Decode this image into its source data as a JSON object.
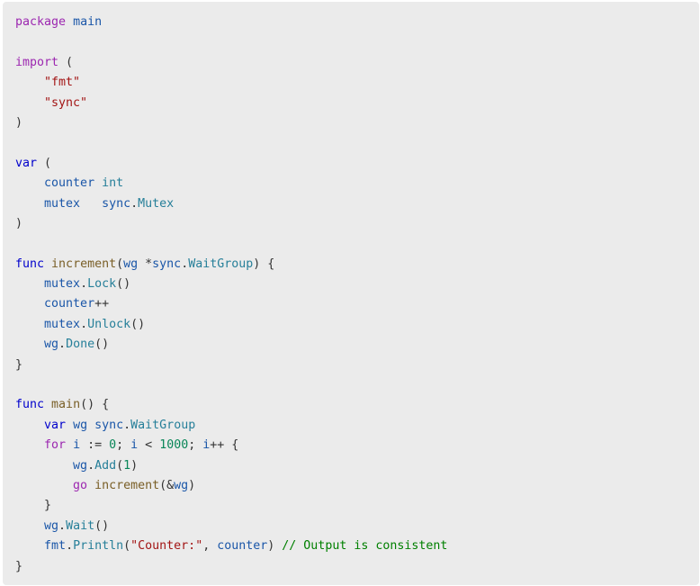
{
  "code": {
    "language": "go",
    "lines": [
      [
        {
          "t": "package",
          "c": "kw2"
        },
        {
          "t": " ",
          "c": "op"
        },
        {
          "t": "main",
          "c": "id"
        }
      ],
      [],
      [
        {
          "t": "import",
          "c": "kw2"
        },
        {
          "t": " (",
          "c": "op"
        }
      ],
      [
        {
          "t": "    ",
          "c": "op"
        },
        {
          "t": "\"fmt\"",
          "c": "str"
        }
      ],
      [
        {
          "t": "    ",
          "c": "op"
        },
        {
          "t": "\"sync\"",
          "c": "str"
        }
      ],
      [
        {
          "t": ")",
          "c": "op"
        }
      ],
      [],
      [
        {
          "t": "var",
          "c": "kw"
        },
        {
          "t": " (",
          "c": "op"
        }
      ],
      [
        {
          "t": "    ",
          "c": "op"
        },
        {
          "t": "counter",
          "c": "id"
        },
        {
          "t": " ",
          "c": "op"
        },
        {
          "t": "int",
          "c": "ty"
        }
      ],
      [
        {
          "t": "    ",
          "c": "op"
        },
        {
          "t": "mutex",
          "c": "id"
        },
        {
          "t": "   ",
          "c": "op"
        },
        {
          "t": "sync",
          "c": "id"
        },
        {
          "t": ".",
          "c": "op"
        },
        {
          "t": "Mutex",
          "c": "ty"
        }
      ],
      [
        {
          "t": ")",
          "c": "op"
        }
      ],
      [],
      [
        {
          "t": "func",
          "c": "kw"
        },
        {
          "t": " ",
          "c": "op"
        },
        {
          "t": "increment",
          "c": "fn"
        },
        {
          "t": "(",
          "c": "op"
        },
        {
          "t": "wg",
          "c": "id"
        },
        {
          "t": " *",
          "c": "op"
        },
        {
          "t": "sync",
          "c": "id"
        },
        {
          "t": ".",
          "c": "op"
        },
        {
          "t": "WaitGroup",
          "c": "ty"
        },
        {
          "t": ") {",
          "c": "op"
        }
      ],
      [
        {
          "t": "    ",
          "c": "op"
        },
        {
          "t": "mutex",
          "c": "id"
        },
        {
          "t": ".",
          "c": "op"
        },
        {
          "t": "Lock",
          "c": "ty"
        },
        {
          "t": "()",
          "c": "op"
        }
      ],
      [
        {
          "t": "    ",
          "c": "op"
        },
        {
          "t": "counter",
          "c": "id"
        },
        {
          "t": "++",
          "c": "op"
        }
      ],
      [
        {
          "t": "    ",
          "c": "op"
        },
        {
          "t": "mutex",
          "c": "id"
        },
        {
          "t": ".",
          "c": "op"
        },
        {
          "t": "Unlock",
          "c": "ty"
        },
        {
          "t": "()",
          "c": "op"
        }
      ],
      [
        {
          "t": "    ",
          "c": "op"
        },
        {
          "t": "wg",
          "c": "id"
        },
        {
          "t": ".",
          "c": "op"
        },
        {
          "t": "Done",
          "c": "ty"
        },
        {
          "t": "()",
          "c": "op"
        }
      ],
      [
        {
          "t": "}",
          "c": "op"
        }
      ],
      [],
      [
        {
          "t": "func",
          "c": "kw"
        },
        {
          "t": " ",
          "c": "op"
        },
        {
          "t": "main",
          "c": "fn"
        },
        {
          "t": "() {",
          "c": "op"
        }
      ],
      [
        {
          "t": "    ",
          "c": "op"
        },
        {
          "t": "var",
          "c": "kw"
        },
        {
          "t": " ",
          "c": "op"
        },
        {
          "t": "wg",
          "c": "id"
        },
        {
          "t": " ",
          "c": "op"
        },
        {
          "t": "sync",
          "c": "id"
        },
        {
          "t": ".",
          "c": "op"
        },
        {
          "t": "WaitGroup",
          "c": "ty"
        }
      ],
      [
        {
          "t": "    ",
          "c": "op"
        },
        {
          "t": "for",
          "c": "kw2"
        },
        {
          "t": " ",
          "c": "op"
        },
        {
          "t": "i",
          "c": "id"
        },
        {
          "t": " := ",
          "c": "op"
        },
        {
          "t": "0",
          "c": "num"
        },
        {
          "t": "; ",
          "c": "op"
        },
        {
          "t": "i",
          "c": "id"
        },
        {
          "t": " < ",
          "c": "op"
        },
        {
          "t": "1000",
          "c": "num"
        },
        {
          "t": "; ",
          "c": "op"
        },
        {
          "t": "i",
          "c": "id"
        },
        {
          "t": "++ {",
          "c": "op"
        }
      ],
      [
        {
          "t": "        ",
          "c": "op"
        },
        {
          "t": "wg",
          "c": "id"
        },
        {
          "t": ".",
          "c": "op"
        },
        {
          "t": "Add",
          "c": "ty"
        },
        {
          "t": "(",
          "c": "op"
        },
        {
          "t": "1",
          "c": "num"
        },
        {
          "t": ")",
          "c": "op"
        }
      ],
      [
        {
          "t": "        ",
          "c": "op"
        },
        {
          "t": "go",
          "c": "kw2"
        },
        {
          "t": " ",
          "c": "op"
        },
        {
          "t": "increment",
          "c": "fn"
        },
        {
          "t": "(&",
          "c": "op"
        },
        {
          "t": "wg",
          "c": "id"
        },
        {
          "t": ")",
          "c": "op"
        }
      ],
      [
        {
          "t": "    }",
          "c": "op"
        }
      ],
      [
        {
          "t": "    ",
          "c": "op"
        },
        {
          "t": "wg",
          "c": "id"
        },
        {
          "t": ".",
          "c": "op"
        },
        {
          "t": "Wait",
          "c": "ty"
        },
        {
          "t": "()",
          "c": "op"
        }
      ],
      [
        {
          "t": "    ",
          "c": "op"
        },
        {
          "t": "fmt",
          "c": "id"
        },
        {
          "t": ".",
          "c": "op"
        },
        {
          "t": "Println",
          "c": "ty"
        },
        {
          "t": "(",
          "c": "op"
        },
        {
          "t": "\"Counter:\"",
          "c": "str"
        },
        {
          "t": ", ",
          "c": "op"
        },
        {
          "t": "counter",
          "c": "id"
        },
        {
          "t": ") ",
          "c": "op"
        },
        {
          "t": "// Output is consistent",
          "c": "cm"
        }
      ],
      [
        {
          "t": "}",
          "c": "op"
        }
      ]
    ]
  }
}
